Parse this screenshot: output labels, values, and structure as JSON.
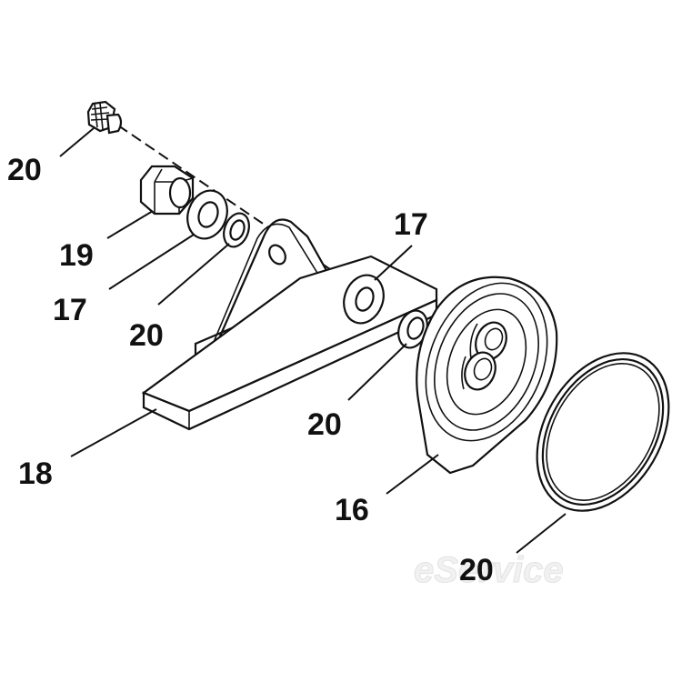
{
  "diagram": {
    "type": "exploded-parts-view",
    "callouts": {
      "fitting_top": "20",
      "nut": "19",
      "washer_left": "17",
      "washer_small_left": "20",
      "washer_right": "17",
      "washer_small_right": "20",
      "bracket": "18",
      "housing": "16",
      "seal_ring": "20"
    },
    "watermark": "eService"
  }
}
